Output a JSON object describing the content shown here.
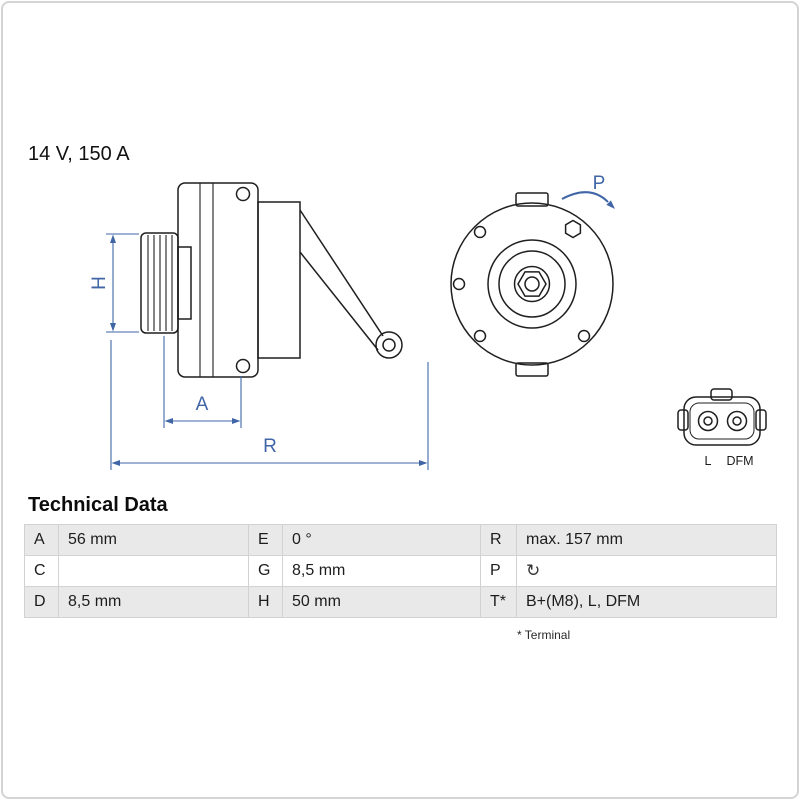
{
  "page": {
    "rating": "14 V, 150 A",
    "section_heading": "Technical Data",
    "footnote": "* Terminal"
  },
  "drawing": {
    "dimensions": {
      "h": "H",
      "a": "A",
      "r": "R",
      "p": "P"
    },
    "connector": {
      "pin1": "L",
      "pin2": "DFM"
    }
  },
  "icons": {
    "rotation_direction": "clockwise-rotation-arrow",
    "rotation_glyph": "↻"
  },
  "tech_table": {
    "rows": [
      {
        "k1": "A",
        "v1": "56 mm",
        "k2": "E",
        "v2": "0 °",
        "k3": "R",
        "v3": "max. 157 mm"
      },
      {
        "k1": "C",
        "v1": "",
        "k2": "G",
        "v2": "8,5 mm",
        "k3": "P",
        "v3": ""
      },
      {
        "k1": "D",
        "v1": "8,5 mm",
        "k2": "H",
        "v2": "50 mm",
        "k3": "T*",
        "v3": "B+(M8), L, DFM"
      }
    ]
  },
  "colors": {
    "accent_blue": "#4066a8",
    "row_shade": "#e9e9e9",
    "line_dark": "#1f1f1f"
  }
}
